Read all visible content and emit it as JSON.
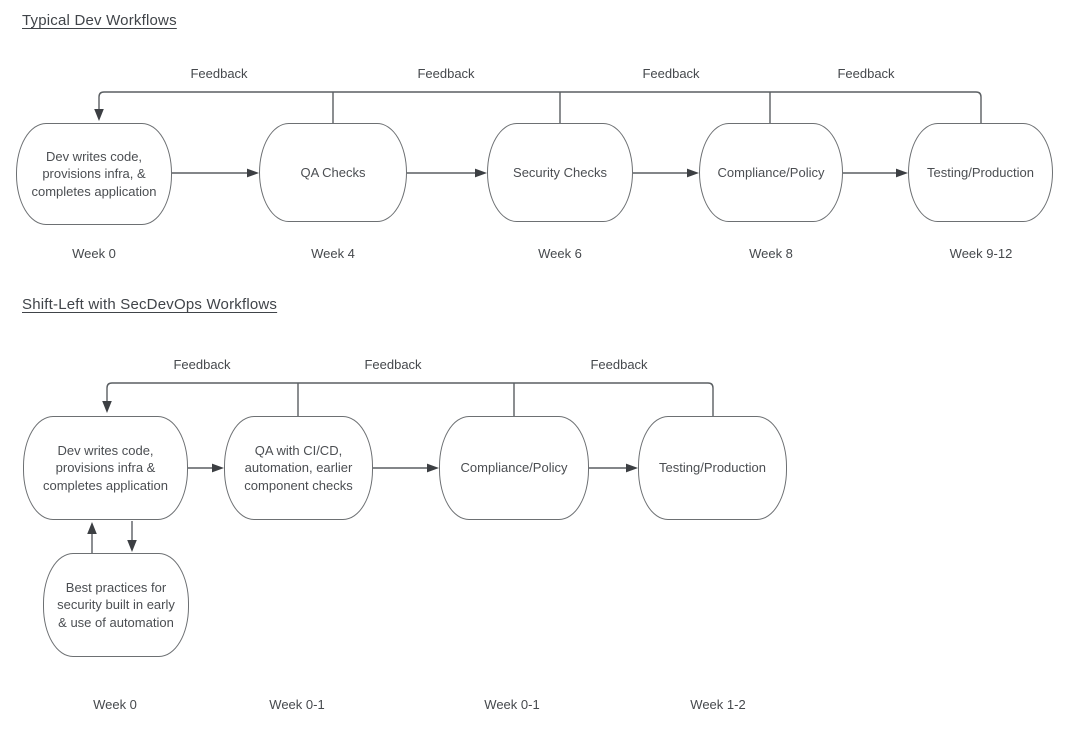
{
  "colors": {
    "background": "#ffffff",
    "node_border": "#6d7073",
    "line": "#5a5e62",
    "arrowhead": "#3c3f43",
    "text": "#45484c"
  },
  "sections": [
    {
      "title": "Typical Dev Workflows",
      "feedback_labels": [
        "Feedback",
        "Feedback",
        "Feedback",
        "Feedback"
      ],
      "nodes": [
        {
          "label": "Dev writes code,\nprovisions infra, &\ncompletes application",
          "week": "Week 0"
        },
        {
          "label": "QA Checks",
          "week": "Week 4"
        },
        {
          "label": "Security Checks",
          "week": "Week 6"
        },
        {
          "label": "Compliance/Policy",
          "week": "Week 8"
        },
        {
          "label": "Testing/Production",
          "week": "Week 9-12"
        }
      ]
    },
    {
      "title": "Shift-Left with SecDevOps Workflows",
      "feedback_labels": [
        "Feedback",
        "Feedback",
        "Feedback"
      ],
      "nodes": [
        {
          "label": "Dev writes code,\nprovisions infra &\ncompletes application",
          "week": "Week 0"
        },
        {
          "label": "QA with CI/CD,\nautomation, earlier\ncomponent checks",
          "week": "Week 0-1"
        },
        {
          "label": "Compliance/Policy",
          "week": "Week 0-1"
        },
        {
          "label": "Testing/Production",
          "week": "Week 1-2"
        }
      ],
      "support_node": {
        "label": "Best practices for\nsecurity built in early\n& use of automation"
      }
    }
  ]
}
